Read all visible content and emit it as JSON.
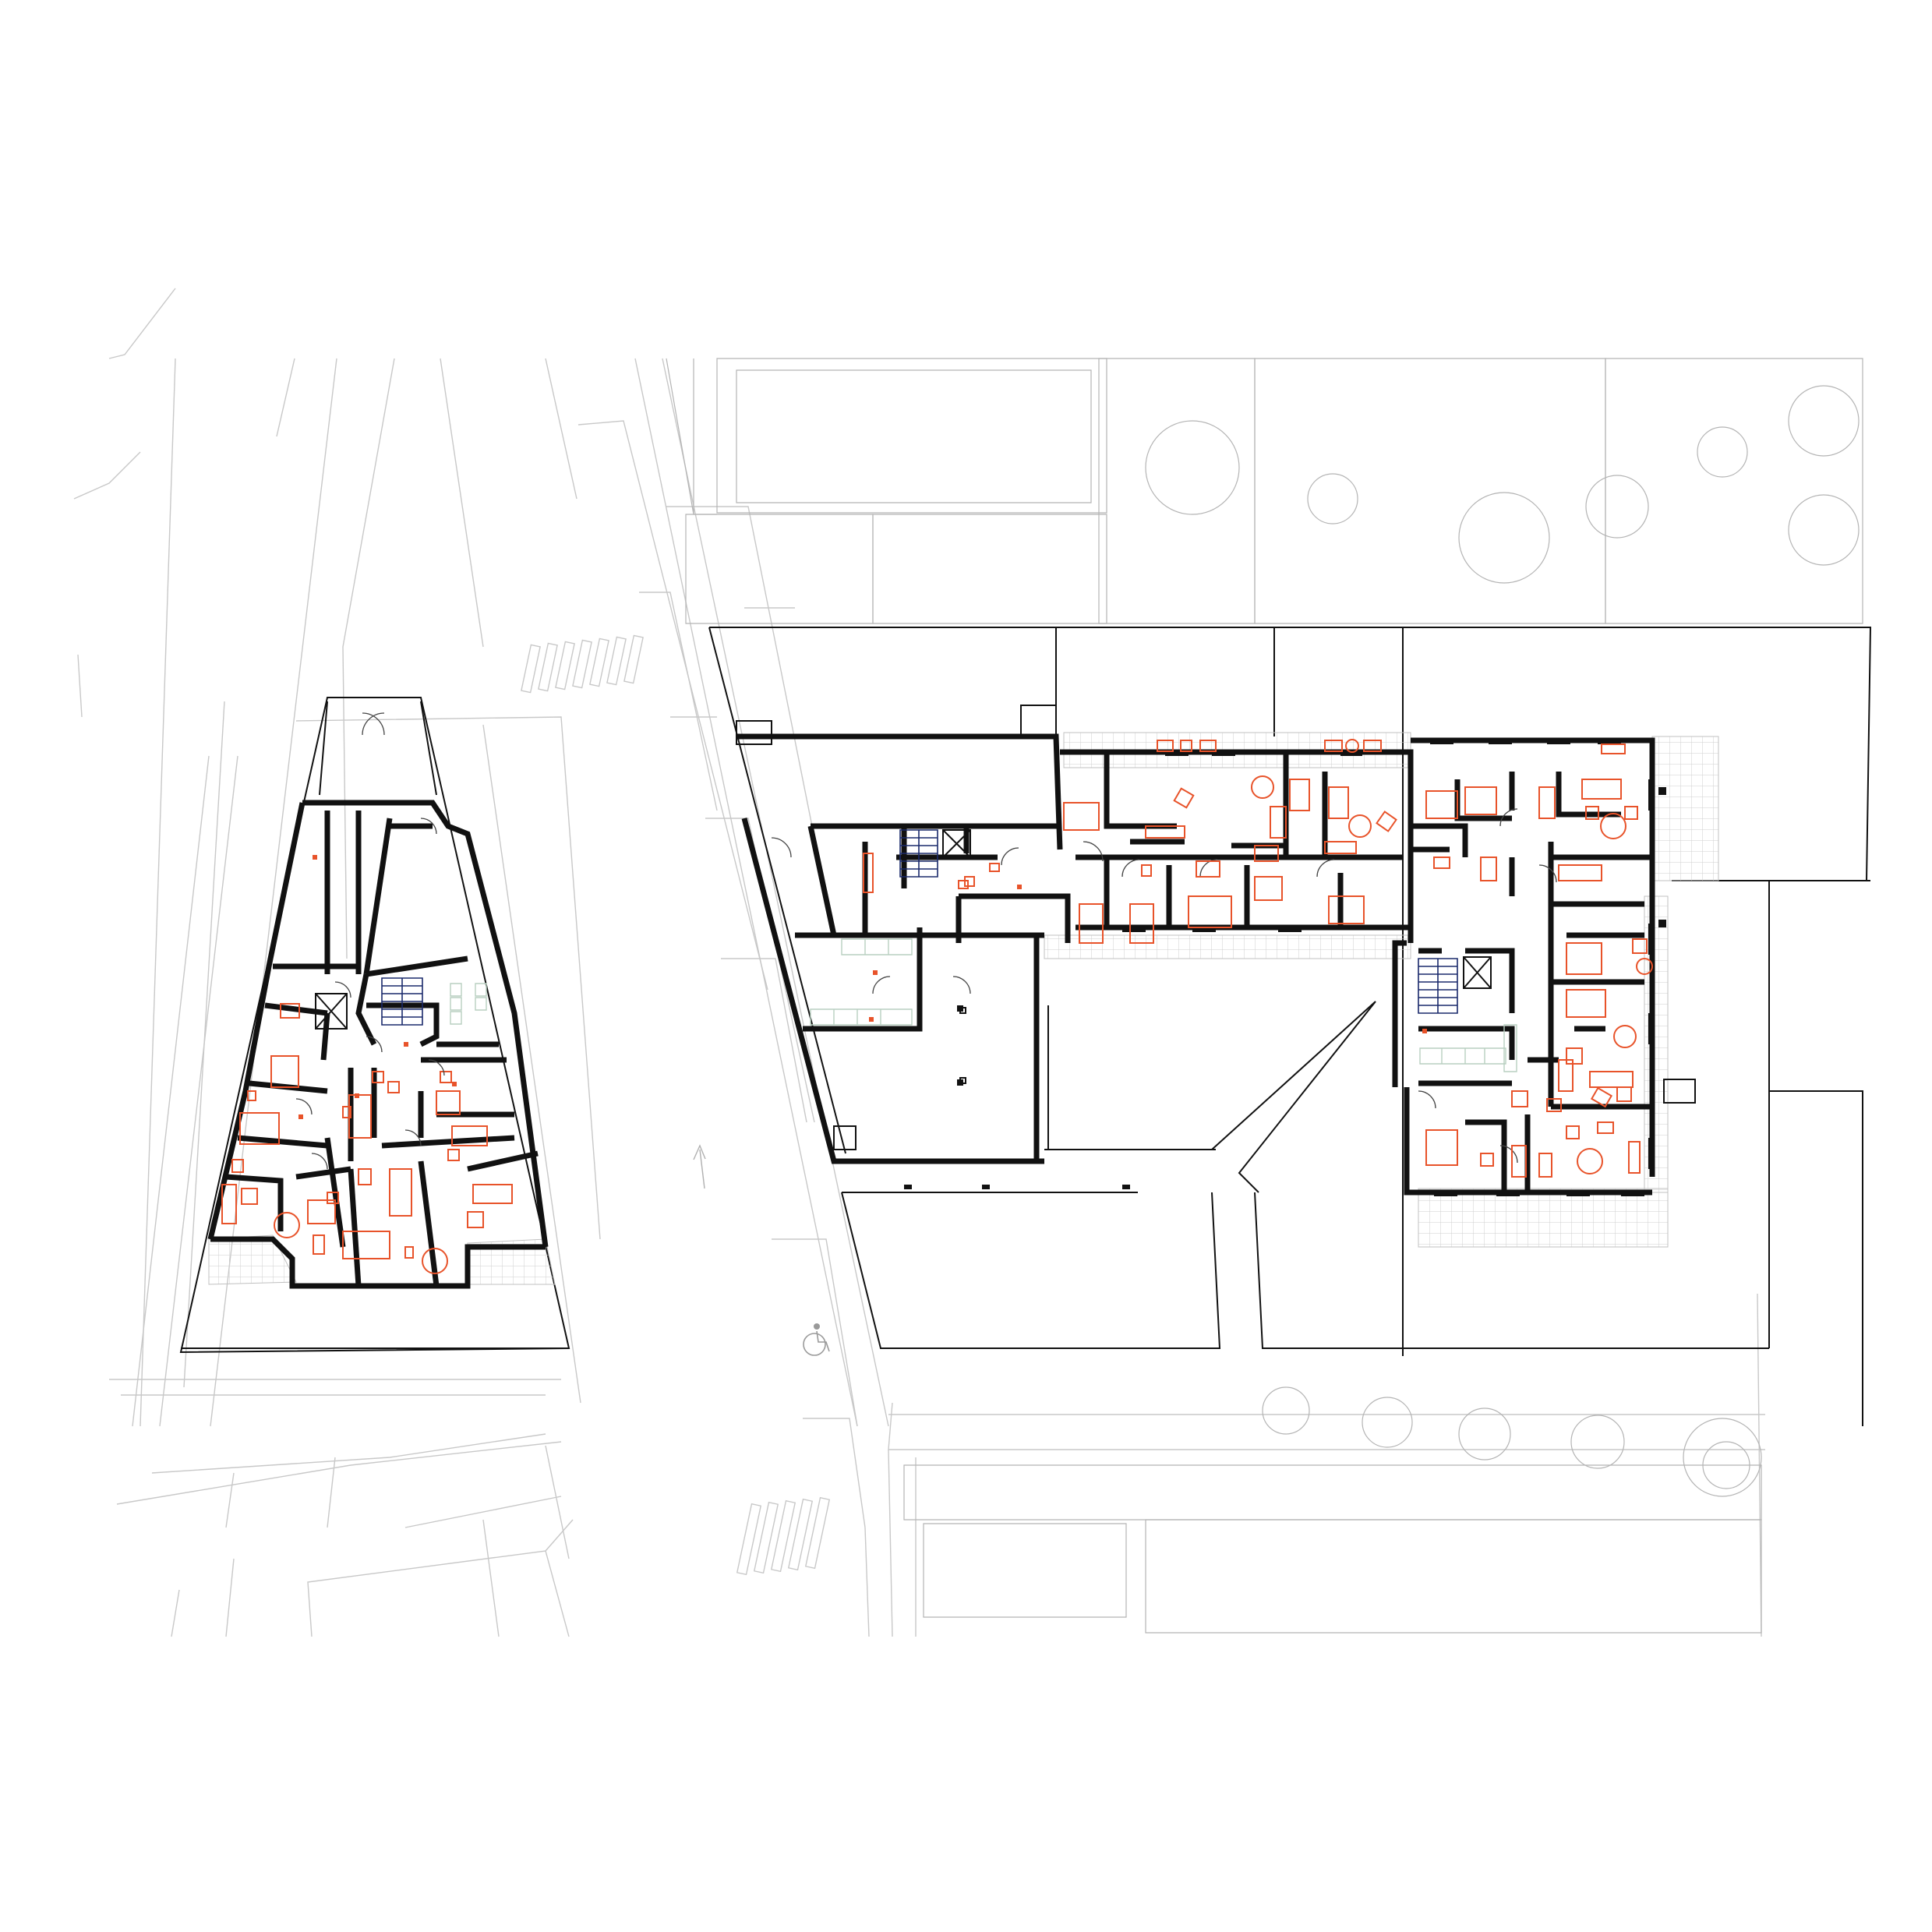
{
  "drawing": {
    "kind": "architectural floor plan",
    "buildings": [
      {
        "id": "triangular-building"
      },
      {
        "id": "main-building"
      }
    ],
    "colors": {
      "walls": "#111111",
      "furniture": "#e8532a",
      "context": "#c8c8c8",
      "stairs": "#1a2a6c",
      "background": "#ffffff"
    },
    "icons": [
      "wheelchair-parking-icon",
      "north-arrow-icon",
      "tree-icon",
      "staircase-icon",
      "bed-icon",
      "table-icon"
    ]
  }
}
